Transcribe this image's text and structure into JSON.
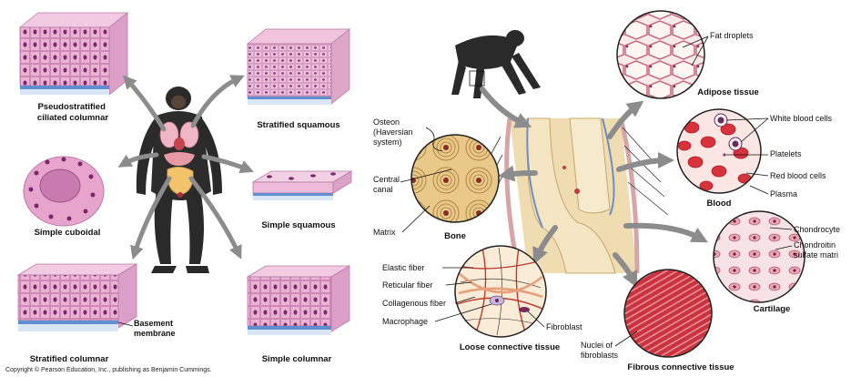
{
  "left": {
    "labels": {
      "pseudostratified": [
        "Pseudostratified",
        "ciliated columnar"
      ],
      "stratified_squamous": "Stratified squamous",
      "simple_cuboidal": "Simple cuboidal",
      "simple_squamous": "Simple squamous",
      "basement_membrane": [
        "Basement",
        "membrane"
      ],
      "stratified_columnar": "Stratified columnar",
      "simple_columnar": "Simple columnar"
    },
    "copyright": "Copyright © Pearson Education, Inc., publishing as Benjamin Cummings."
  },
  "right": {
    "labels": {
      "osteon": [
        "Osteon",
        "(Haversian",
        "system)"
      ],
      "central_canal": [
        "Central",
        "canal"
      ],
      "matrix": "Matrix",
      "bone": "Bone",
      "fat_droplets": "Fat droplets",
      "adipose_tissue": "Adipose tissue",
      "white_blood_cells": "White blood cells",
      "platelets": "Platelets",
      "red_blood_cells": "Red blood cells",
      "plasma": "Plasma",
      "blood": "Blood",
      "chondrocyte": "Chondrocyte",
      "chondroitin": [
        "Chondroitin",
        "sulfate matri"
      ],
      "cartilage": "Cartilage",
      "elastic_fiber": "Elastic fiber",
      "reticular_fiber": "Reticular fiber",
      "collagenous_fiber": "Collagenous fiber",
      "macrophage": "Macrophage",
      "fibroblast": "Fibroblast",
      "loose_connective_tissue": "Loose connective tissue",
      "nuclei_of_fibroblasts": [
        "Nuclei of",
        "fibroblasts"
      ],
      "fibrous_connective_tissue": "Fibrous connective tissue"
    }
  },
  "colors": {
    "arrow": "#8c8c8c",
    "epithelium_pink": "#e9a9cf",
    "nucleus": "#7a2a6a",
    "membrane_blue": "#5f8fd0",
    "bone_tan": "#ead4a0",
    "blood_red": "#d8323a",
    "adipose_bg": "#f3c7cf",
    "cartilage_bg": "#f6dfe2",
    "fibrous_red": "#b8283a"
  }
}
